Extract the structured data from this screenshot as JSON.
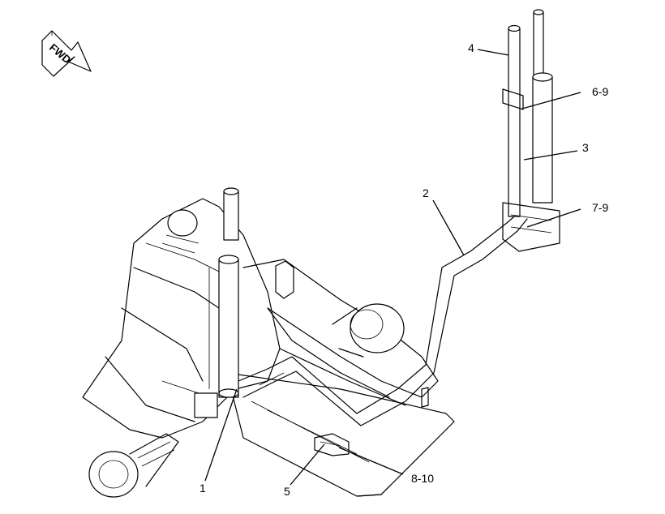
{
  "orientation_badge": {
    "label": "FWD",
    "icon": "forward-arrow-icon"
  },
  "callouts": [
    {
      "id": "c1",
      "label": "1"
    },
    {
      "id": "c2",
      "label": "2"
    },
    {
      "id": "c3",
      "label": "3"
    },
    {
      "id": "c4",
      "label": "4"
    },
    {
      "id": "c5",
      "label": "5"
    },
    {
      "id": "c6-9",
      "label": "6-9"
    },
    {
      "id": "c7-9",
      "label": "7-9"
    },
    {
      "id": "c8-10",
      "label": "8-10"
    }
  ]
}
